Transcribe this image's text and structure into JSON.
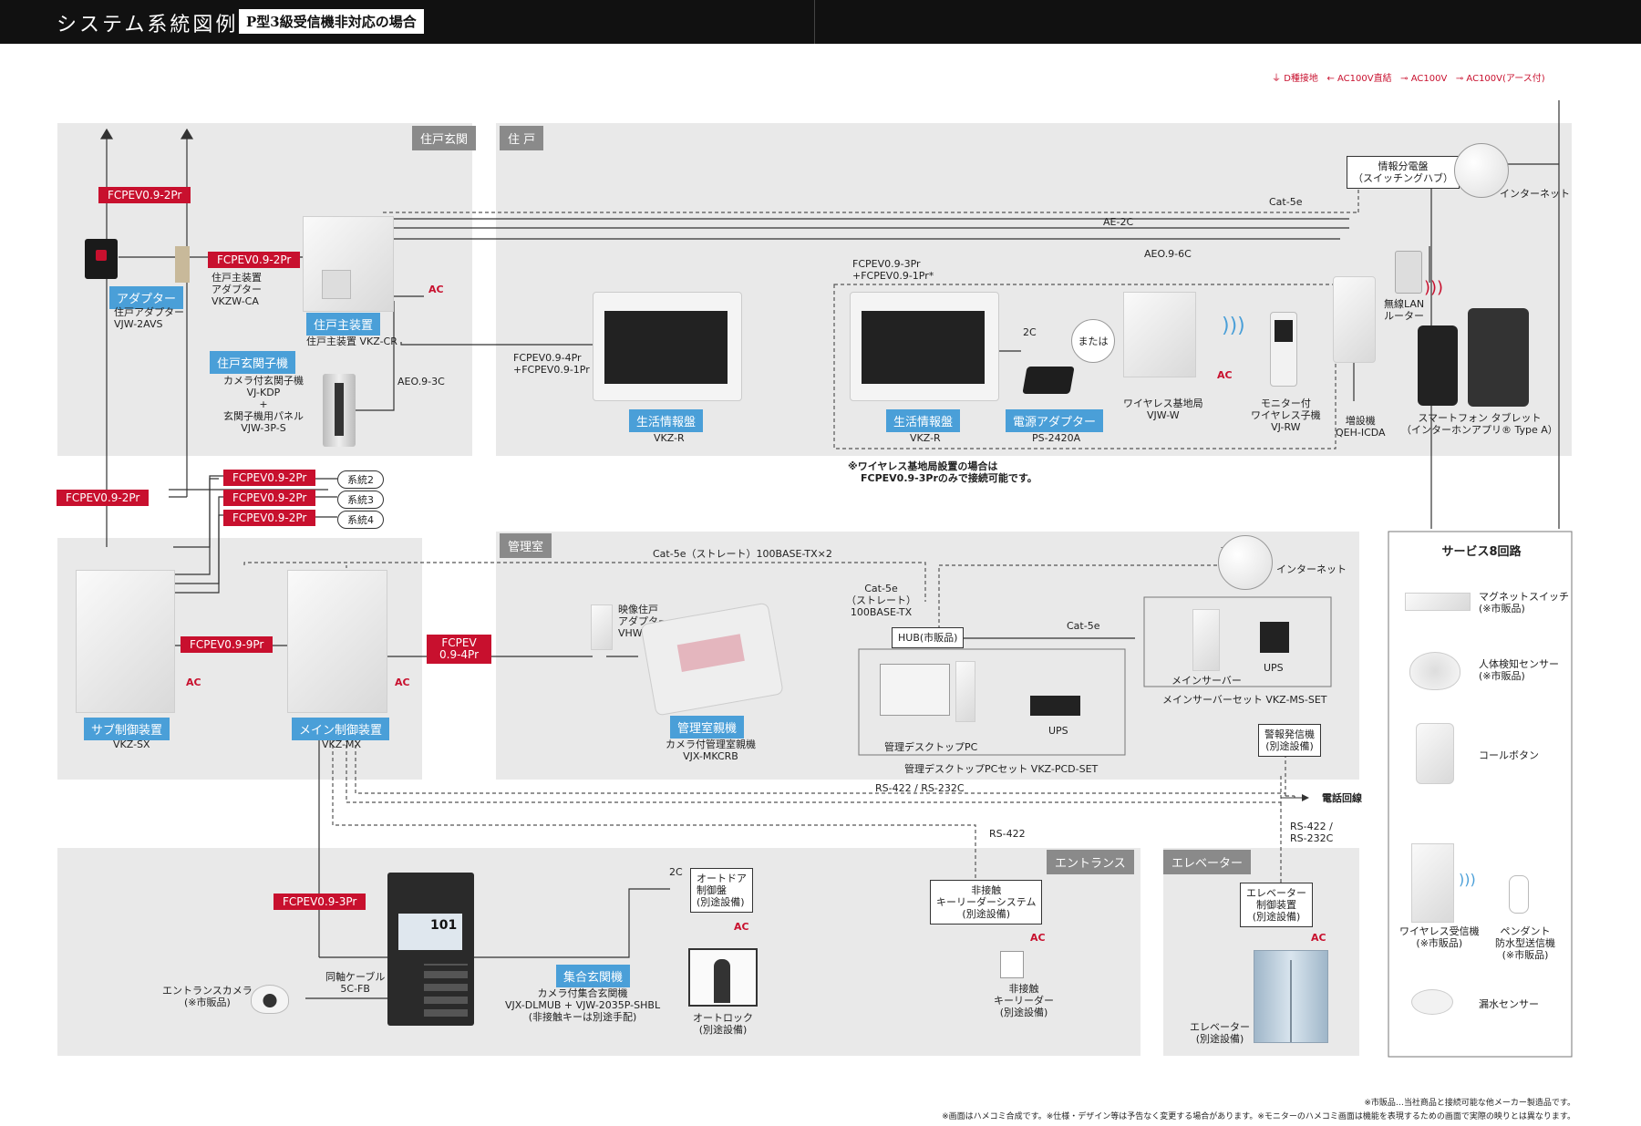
{
  "header": {
    "title": "システム系統図例",
    "subtitle": "P型3級受信機非対応の場合"
  },
  "legend": [
    "D種接地",
    "AC100V直結",
    "AC100V",
    "AC100V(アース付)"
  ],
  "zones": {
    "entrance_door": "住戸玄関",
    "dwelling": "住 戸",
    "management": "管理室",
    "entrance": "エントランス",
    "elevator": "エレベーター"
  },
  "ac": "AC",
  "cables": {
    "fcpev_2pr": "FCPEV0.9-2Pr",
    "fcpev_9pr": "FCPEV0.9-9Pr",
    "fcpev_4pr_l1": "FCPEV",
    "fcpev_4pr_l2": "0.9-4Pr",
    "fcpev_3pr": "FCPEV0.9-3Pr",
    "cat5e": "Cat-5e",
    "ae2c": "AE-2C",
    "aeo6c": "AEO.9-6C",
    "aeo3c": "AEO.9-3C",
    "fc_3pr_1pr_l1": "FCPEV0.9-3Pr",
    "fc_3pr_1pr_l2": "+FCPEV0.9-1Pr*",
    "fc_4pr_1pr_l1": "FCPEV0.9-4Pr",
    "fc_4pr_1pr_l2": "+FCPEV0.9-1Pr",
    "c2c": "2C",
    "cat5e_straight": "Cat-5e（ストレート）100BASE-TX×2",
    "cat5e_s_l1": "Cat-5e",
    "cat5e_s_l2": "（ストレート）",
    "cat5e_s_l3": "100BASE-TX",
    "rs_both": "RS-422 / RS-232C",
    "rs422": "RS-422",
    "rs_l1": "RS-422 /",
    "rs_l2": "RS-232C",
    "coax_l1": "同軸ケーブル",
    "coax_l2": "5C-FB"
  },
  "systems": [
    "系統2",
    "系統3",
    "系統4"
  ],
  "devices": {
    "adapter": {
      "label": "アダプター",
      "l1": "住戸アダプター",
      "l2": "VJW-2AVS"
    },
    "main_unit": {
      "label": "住戸主装置",
      "name": "住戸主装置 VKZ-CR",
      "a1": "住戸主装置",
      "a2": "アダプター",
      "a3": "VKZW-CA"
    },
    "door": {
      "label": "住戸玄関子機",
      "l1": "カメラ付玄関子機",
      "l2": "VJ-KDP",
      "l3": "+",
      "l4": "玄関子機用パネル",
      "l5": "VJW-3P-S"
    },
    "panel1": {
      "label": "生活情報盤",
      "model": "VKZ-R"
    },
    "panel2": {
      "label": "生活情報盤",
      "model": "VKZ-R"
    },
    "power": {
      "label": "電源アダプター",
      "model": "PS-2420A"
    },
    "or": "または",
    "wireless_base": {
      "l1": "ワイヤレス基地局",
      "l2": "VJW-W"
    },
    "monitor": {
      "l1": "モニター付",
      "l2": "ワイヤレス子機",
      "l3": "VJ-RW"
    },
    "extension": {
      "l1": "増設機",
      "l2": "QEH-ICDA"
    },
    "hub": {
      "l1": "情報分電盤",
      "l2": "（スイッチングハブ）"
    },
    "internet": "インターネット",
    "router": {
      "l1": "無線LAN",
      "l2": "ルーター"
    },
    "smart": {
      "l1": "スマートフォン  タブレット",
      "l2": "（インターホンアプリ® Type A）"
    },
    "note_l1": "※ワイヤレス基地局設置の場合は",
    "note_l2": "FCPEV0.9-3Prのみで接続可能です。",
    "sub_ctrl": {
      "label": "サブ制御装置",
      "model": "VKZ-SX"
    },
    "main_ctrl": {
      "label": "メイン制御装置",
      "model": "VKZ-MX"
    },
    "video_adapter": {
      "l1": "映像住戸",
      "l2": "アダプター",
      "l3": "VHW-1AVA"
    },
    "mgmt_master": {
      "label": "管理室親機",
      "l1": "カメラ付管理室親機",
      "l2": "VJX-MKCRB"
    },
    "hub_market": "HUB(市販品)",
    "main_server": {
      "l1": "メインサーバー",
      "set": "メインサーバーセット VKZ-MS-SET"
    },
    "ups": "UPS",
    "desktop": {
      "l1": "管理デスクトップPC",
      "set": "管理デスクトップPCセット VKZ-PCD-SET"
    },
    "alarm": {
      "l1": "警報発信機",
      "l2": "(別途設備)"
    },
    "phone_line": "電話回線",
    "service": {
      "title": "サービス8回路",
      "magnet": [
        "マグネットスイッチ",
        "(※市販品)"
      ],
      "motion": [
        "人体検知センサー",
        "(※市販品)"
      ],
      "call": "コールボタン",
      "wireless_rx": [
        "ワイヤレス受信機",
        "(※市販品)"
      ],
      "pendant": [
        "ペンダント",
        "防水型送信機",
        "(※市販品)"
      ],
      "leak": "漏水センサー"
    },
    "auto_door": {
      "l1": "オートドア",
      "l2": "制御盤",
      "l3": "(別途設備)"
    },
    "auto_lock": {
      "l1": "オートロック",
      "l2": "(別途設備)"
    },
    "entrance_station": {
      "label": "集合玄関機",
      "l1": "カメラ付集合玄関機",
      "l2": "VJX-DLMUB + VJW-2035P-SHBL",
      "l3": "(非接触キーは別途手配)",
      "screen_num": "101"
    },
    "entrance_camera": {
      "l1": "エントランスカメラ",
      "l2": "(※市販品)"
    },
    "card_reader": {
      "l1": "非接触",
      "l2": "キーリーダーシステム",
      "l3": "(別途設備)"
    },
    "card_reader2": {
      "l1": "非接触",
      "l2": "キーリーダー",
      "l3": "(別途設備)"
    },
    "elev_ctrl": {
      "l1": "エレベーター",
      "l2": "制御装置",
      "l3": "(別途設備)"
    },
    "elevator": {
      "l1": "エレベーター",
      "l2": "(別途設備)"
    }
  },
  "footer": {
    "l1": "※市販品…当社商品と接続可能な他メーカー製造品です。",
    "l2": "※画面はハメコミ合成です。※仕様・デザイン等は予告なく変更する場合があります。※モニターのハメコミ画面は機能を表現するための画面で実際の映りとは異なります。"
  }
}
